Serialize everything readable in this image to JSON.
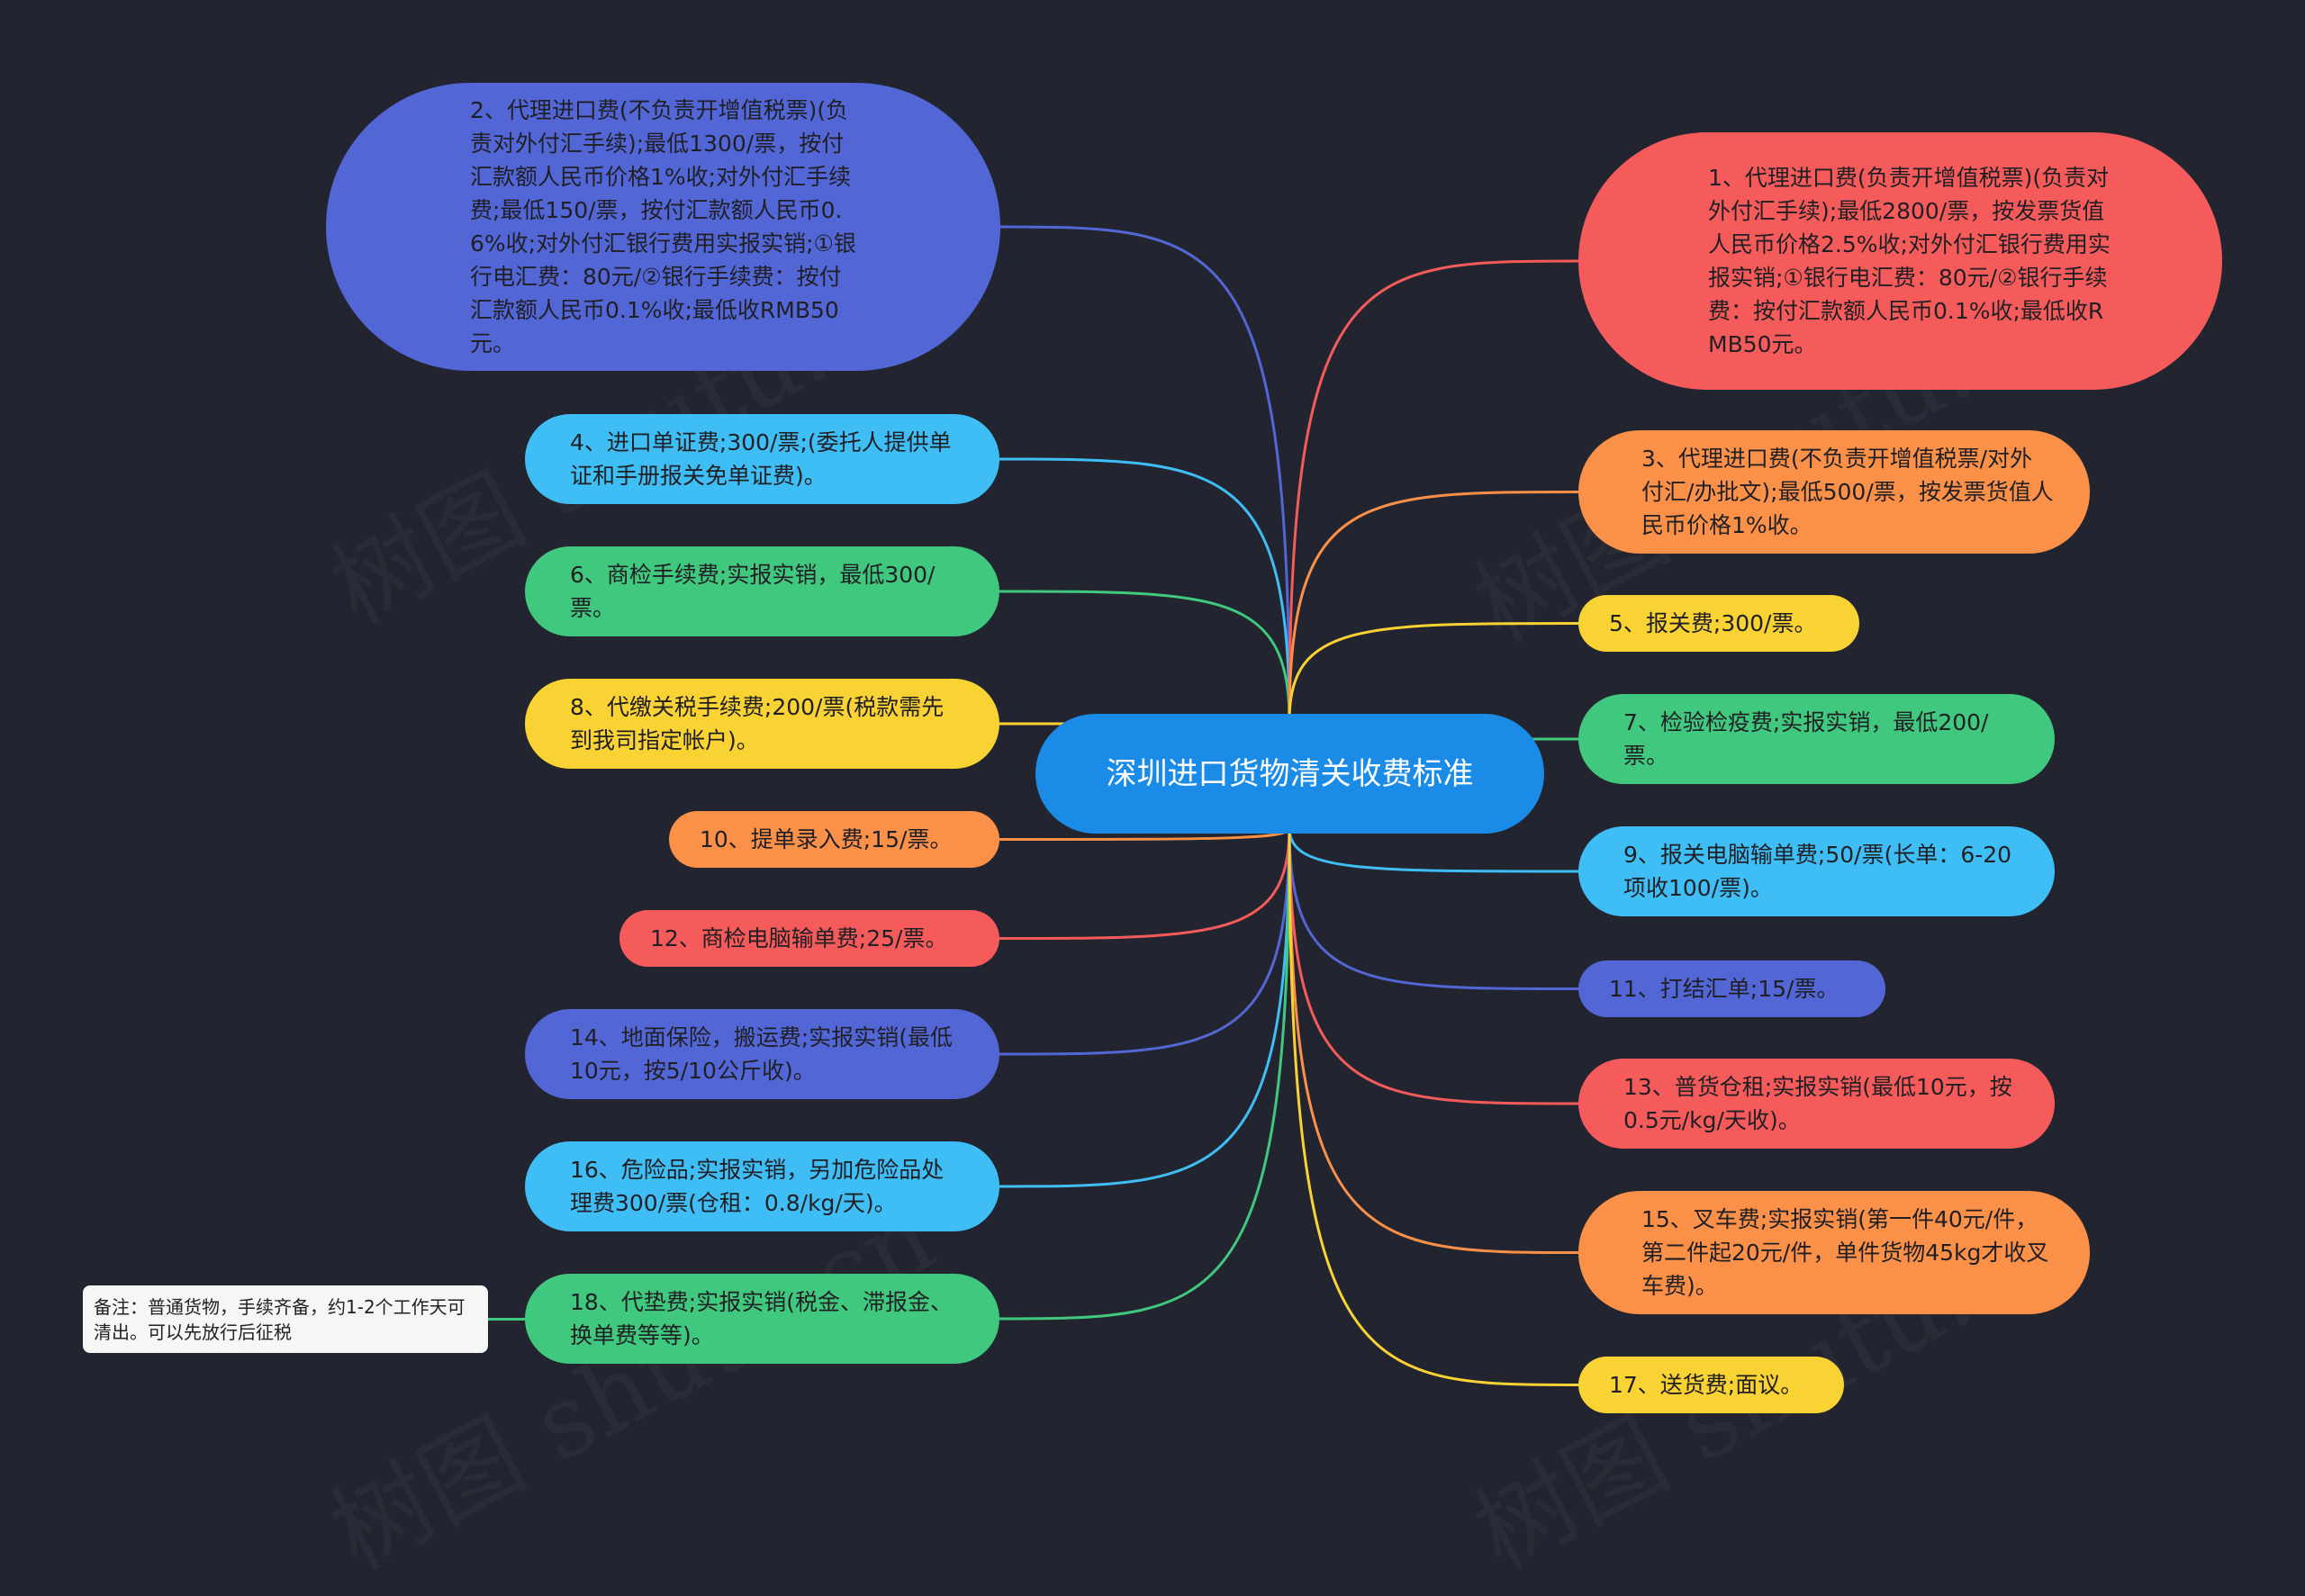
{
  "diagram": {
    "center": {
      "label": "深圳进口货物清关收费标准",
      "color": "#1a8be6"
    },
    "left": [
      {
        "label": "2、代理进口费(不负责开增值税票)(负责对外付汇手续);最低1300/票，按付汇款额人民币价格1%收;对外付汇手续费;最低150/票，按付汇款额人民币0.6%收;对外付汇银行费用实报实销;①银行电汇费：80元/②银行手续费：按付汇款额人民币0.1%收;最低收RMB50元。",
        "color": "#5366d6"
      },
      {
        "label": "4、进口单证费;300/票;(委托人提供单证和手册报关免单证费)。",
        "color": "#3fbdf5"
      },
      {
        "label": "6、商检手续费;实报实销，最低300/票。",
        "color": "#40c97e"
      },
      {
        "label": "8、代缴关税手续费;200/票(税款需先到我司指定帐户)。",
        "color": "#f9d233"
      },
      {
        "label": "10、提单录入费;15/票。",
        "color": "#fb9148"
      },
      {
        "label": "12、商检电脑输单费;25/票。",
        "color": "#f65b5b"
      },
      {
        "label": "14、地面保险，搬运费;实报实销(最低10元，按5/10公斤收)。",
        "color": "#5366d6"
      },
      {
        "label": "16、危险品;实报实销，另加危险品处理费300/票(仓租：0.8/kg/天)。",
        "color": "#3fbdf5"
      },
      {
        "label": "18、代垫费;实报实销(税金、滞报金、换单费等等)。",
        "color": "#40c97e"
      }
    ],
    "right": [
      {
        "label": "1、代理进口费(负责开增值税票)(负责对外付汇手续);最低2800/票，按发票货值人民币价格2.5%收;对外付汇银行费用实报实销;①银行电汇费：80元/②银行手续费：按付汇款额人民币0.1%收;最低收RMB50元。",
        "color": "#f65b5b"
      },
      {
        "label": "3、代理进口费(不负责开增值税票/对外付汇/办批文);最低500/票，按发票货值人民币价格1%收。",
        "color": "#fb9148"
      },
      {
        "label": "5、报关费;300/票。",
        "color": "#f9d233"
      },
      {
        "label": "7、检验检疫费;实报实销，最低200/票。",
        "color": "#40c97e"
      },
      {
        "label": "9、报关电脑输单费;50/票(长单：6-20项收100/票)。",
        "color": "#3fbdf5"
      },
      {
        "label": "11、打结汇单;15/票。",
        "color": "#5366d6"
      },
      {
        "label": "13、普货仓租;实报实销(最低10元，按0.5元/kg/天收)。",
        "color": "#f65b5b"
      },
      {
        "label": "15、叉车费;实报实销(第一件40元/件，第二件起20元/件，单件货物45kg才收叉车费)。",
        "color": "#fb9148"
      },
      {
        "label": "17、送货费;面议。",
        "color": "#f9d233"
      }
    ],
    "note": {
      "label": "备注：普通货物，手续齐备，约1-2个工作天可清出。可以先放行后征税",
      "color": "#f5f7f5"
    },
    "watermark": "树图 shutu.cn"
  }
}
